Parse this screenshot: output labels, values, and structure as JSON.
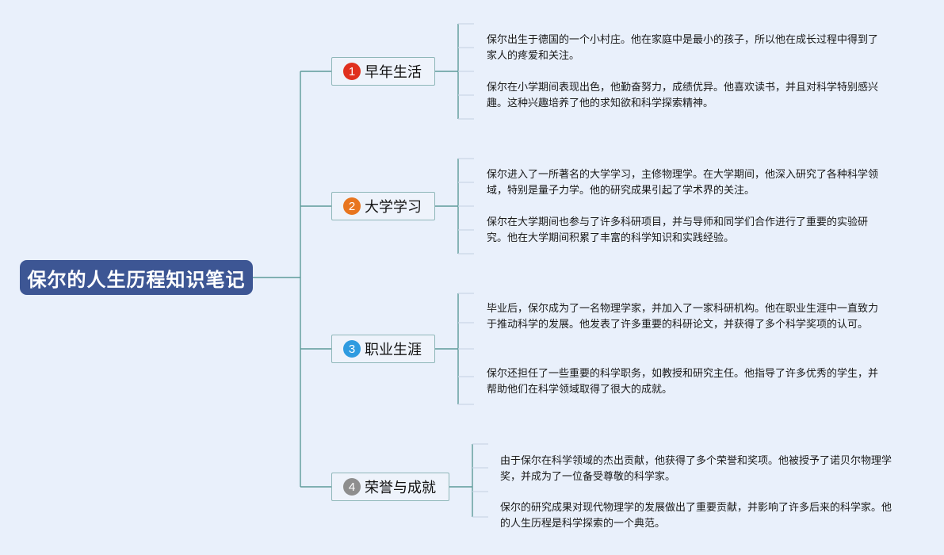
{
  "root": {
    "title": "保尔的人生历程知识笔记"
  },
  "branches": [
    {
      "number": "1",
      "color": "#e0301e",
      "title": "早年生活",
      "notes": [
        "保尔出生于德国的一个小村庄。他在家庭中是最小的孩子，所以他在成长过程中得到了家人的疼爱和关注。",
        "保尔在小学期间表现出色，他勤奋努力，成绩优异。他喜欢读书，并且对科学特别感兴趣。这种兴趣培养了他的求知欲和科学探索精神。"
      ]
    },
    {
      "number": "2",
      "color": "#e8751f",
      "title": "大学学习",
      "notes": [
        "保尔进入了一所著名的大学学习，主修物理学。在大学期间，他深入研究了各种科学领域，特别是量子力学。他的研究成果引起了学术界的关注。",
        "保尔在大学期间也参与了许多科研项目，并与导师和同学们合作进行了重要的实验研究。他在大学期间积累了丰富的科学知识和实践经验。"
      ]
    },
    {
      "number": "3",
      "color": "#2f9be0",
      "title": "职业生涯",
      "notes": [
        "毕业后，保尔成为了一名物理学家，并加入了一家科研机构。他在职业生涯中一直致力于推动科学的发展。他发表了许多重要的科研论文，并获得了多个科学奖项的认可。",
        "保尔还担任了一些重要的科学职务，如教授和研究主任。他指导了许多优秀的学生，并帮助他们在科学领域取得了很大的成就。"
      ]
    },
    {
      "number": "4",
      "color": "#8e8e8e",
      "title": "荣誉与成就",
      "notes": [
        "由于保尔在科学领域的杰出贡献，他获得了多个荣誉和奖项。他被授予了诺贝尔物理学奖，并成为了一位备受尊敬的科学家。",
        "保尔的研究成果对现代物理学的发展做出了重要贡献，并影响了许多后来的科学家。他的人生历程是科学探索的一个典范。"
      ]
    }
  ],
  "colors": {
    "background": "#e9f0fb",
    "root_fill": "#3d5694",
    "connector": "#5d9b9a"
  }
}
